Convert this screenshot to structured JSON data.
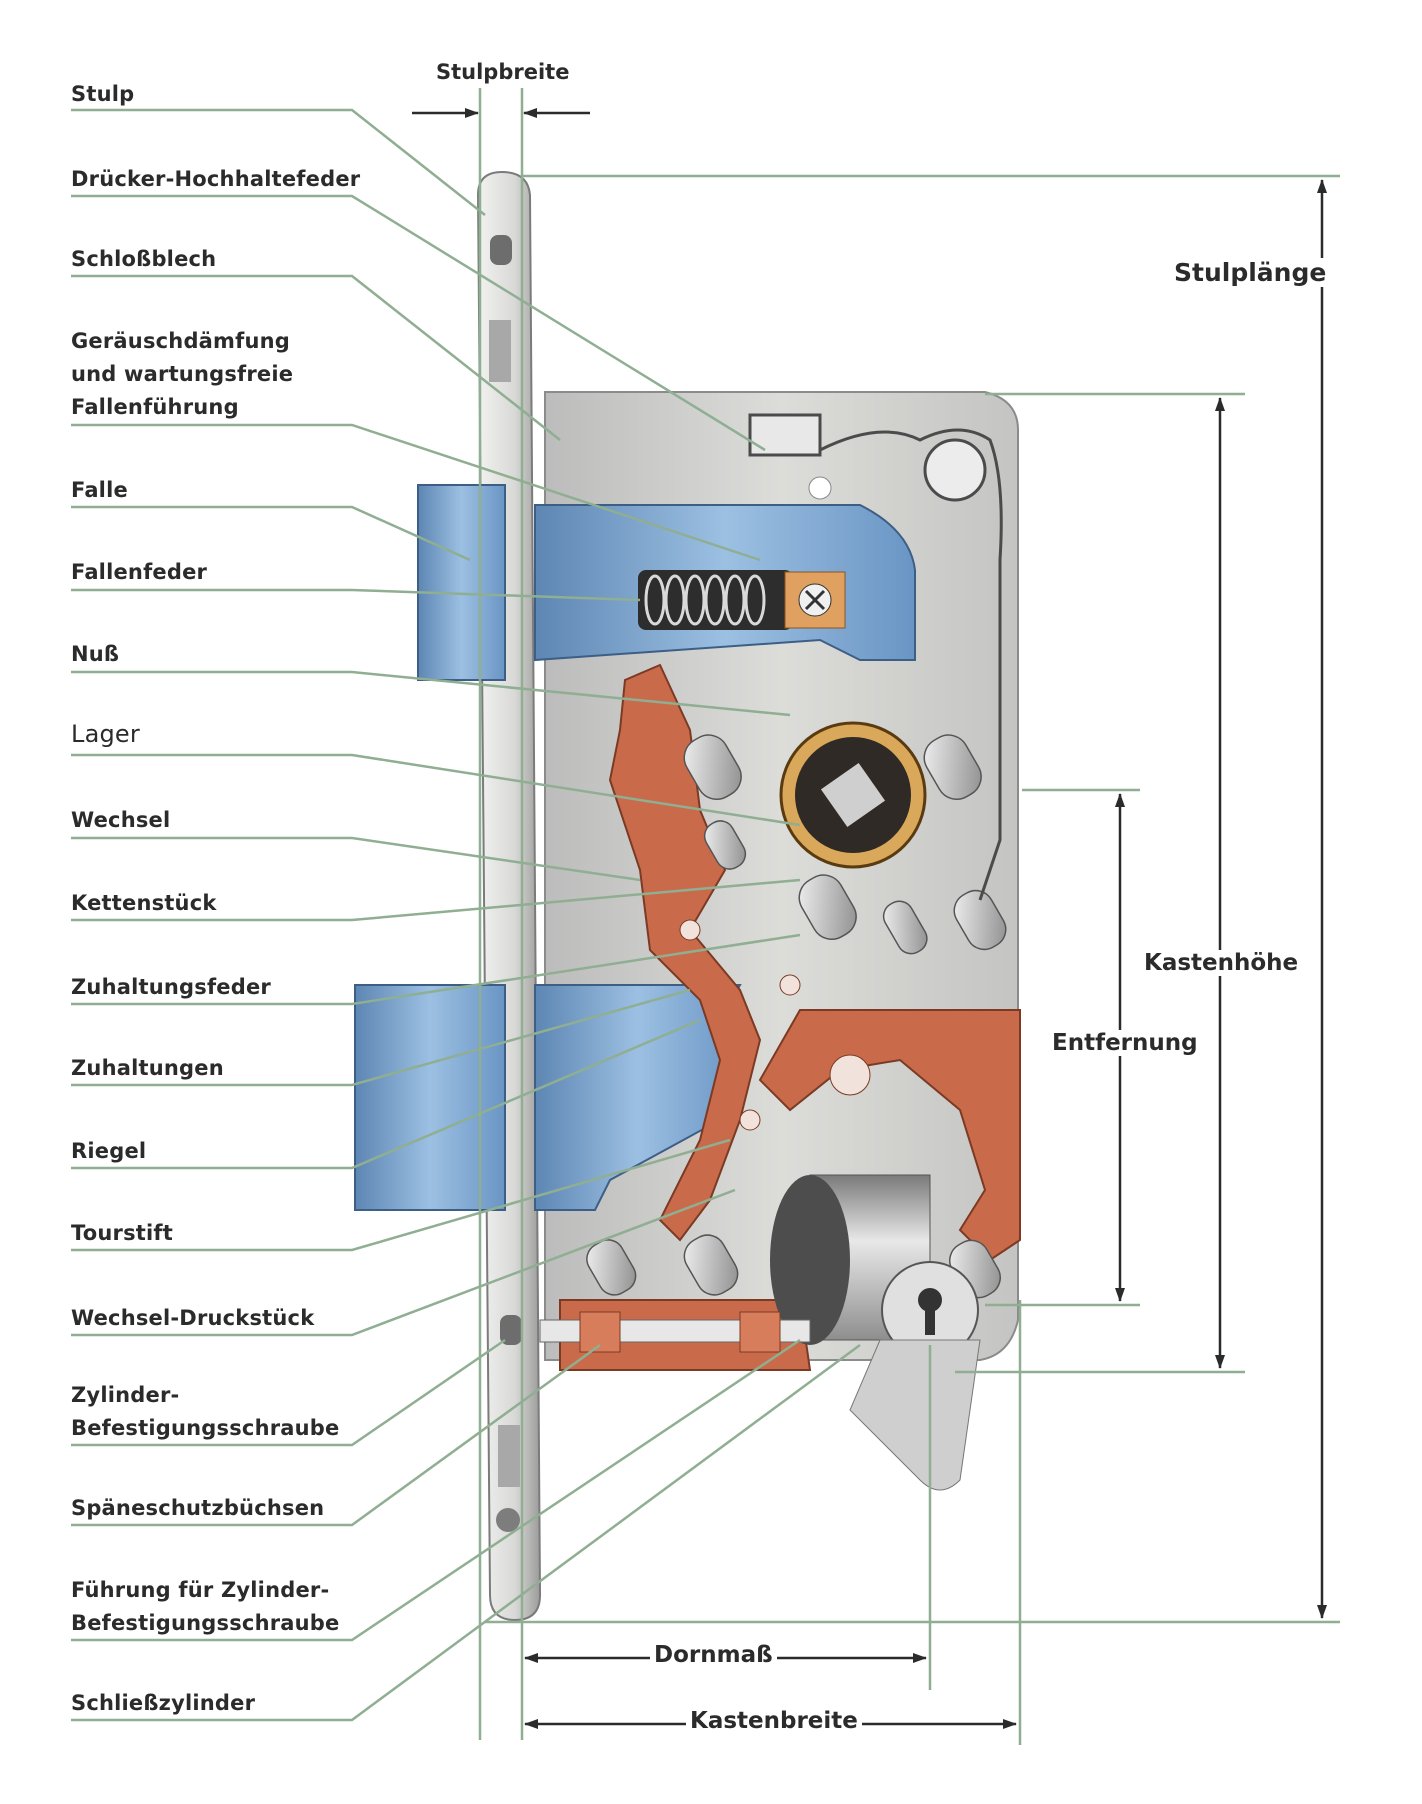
{
  "labels": [
    {
      "id": "stulp",
      "text": "Stulp"
    },
    {
      "id": "druecker-hochhaltefeder",
      "text": "Drücker-Hochhaltefeder"
    },
    {
      "id": "schlossblech",
      "text": "Schloßblech"
    },
    {
      "id": "geraeuschdaempfung",
      "text": "Geräuschdämfung\nund wartungsfreie\nFallenführung"
    },
    {
      "id": "falle",
      "text": "Falle"
    },
    {
      "id": "fallenfeder",
      "text": "Fallenfeder"
    },
    {
      "id": "nuss",
      "text": "Nuß"
    },
    {
      "id": "lager",
      "text": "Lager"
    },
    {
      "id": "wechsel",
      "text": "Wechsel"
    },
    {
      "id": "kettenstueck",
      "text": "Kettenstück"
    },
    {
      "id": "zuhaltungsfeder",
      "text": "Zuhaltungsfeder"
    },
    {
      "id": "zuhaltungen",
      "text": "Zuhaltungen"
    },
    {
      "id": "riegel",
      "text": "Riegel"
    },
    {
      "id": "tourstift",
      "text": "Tourstift"
    },
    {
      "id": "wechsel-druckstueck",
      "text": "Wechsel-Druckstück"
    },
    {
      "id": "zylinder-befestigungsschraube",
      "text": "Zylinder-\nBefestigungsschraube"
    },
    {
      "id": "spaeneschutzbuechsen",
      "text": "Späneschutzbüchsen"
    },
    {
      "id": "fuehrung-zylinder",
      "text": "Führung für Zylinder-\nBefestigungsschraube"
    },
    {
      "id": "schliesszylinder",
      "text": "Schließzylinder"
    }
  ],
  "dimensions": {
    "stulpbreite": "Stulpbreite",
    "stulplaenge": "Stulplänge",
    "kastenhoehe": "Kastenhöhe",
    "entfernung": "Entfernung",
    "dornmass": "Dornmaß",
    "kastenbreite": "Kastenbreite"
  },
  "colors": {
    "leader": "#8fae92",
    "body": "#d3d3d0",
    "faceplate": "#e6e6e4",
    "latch": "#7fa7d0",
    "lever": "#c96b4a",
    "text": "#2b2b2b"
  }
}
